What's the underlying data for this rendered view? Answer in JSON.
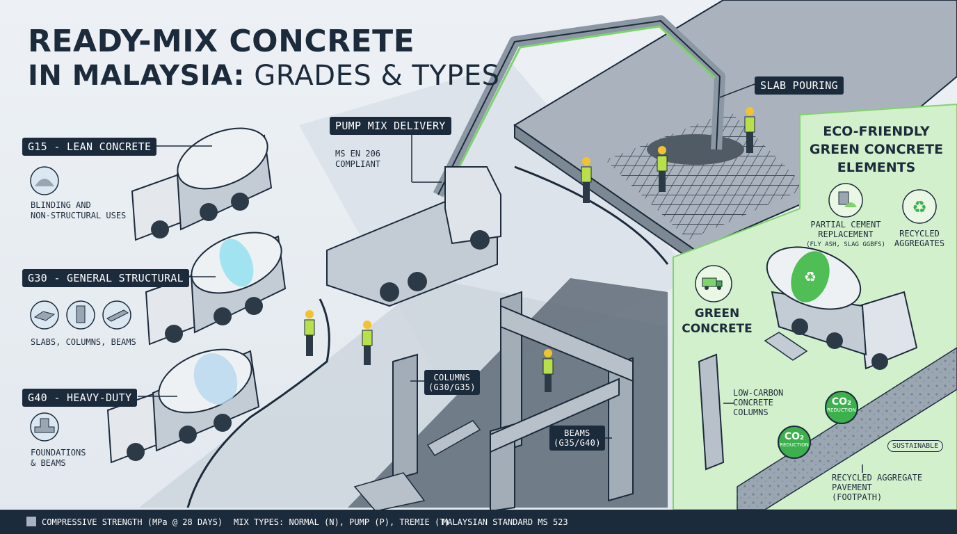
{
  "title": {
    "line1": "READY-MIX CONCRETE",
    "line2_bold": "IN MALAYSIA:",
    "line2_light": " GRADES & TYPES"
  },
  "grades": [
    {
      "label": "G15 - LEAN CONCRETE",
      "desc": "BLINDING AND\nNON-STRUCTURAL USES",
      "icon": "sand-pile-icon"
    },
    {
      "label": "G30 - GENERAL STRUCTURAL",
      "desc": "SLABS, COLUMNS, BEAMS",
      "icon": "slab-column-beam-icons"
    },
    {
      "label": "G40 - HEAVY-DUTY",
      "desc": "FOUNDATIONS\n& BEAMS",
      "icon": "foundation-icon"
    }
  ],
  "pump": {
    "label": "PUMP MIX DELIVERY",
    "note": "MS EN 206\nCOMPLIANT"
  },
  "slab": {
    "label": "SLAB POURING"
  },
  "columns": {
    "label": "COLUMNS\n(G30/G35)"
  },
  "beams": {
    "label": "BEAMS\n(G35/G40)"
  },
  "eco": {
    "title": "ECO-FRIENDLY\nGREEN CONCRETE\nELEMENTS",
    "partial": "PARTIAL CEMENT\nREPLACEMENT",
    "partial_sub": "(FLY ASH, SLAG GGBFS)",
    "recycled": "RECYCLED\nAGGREGATES",
    "green": "GREEN\nCONCRETE",
    "low_carbon": "LOW-CARBON\nCONCRETE\nCOLUMNS",
    "co2_big": "CO₂",
    "co2_small": "REDUCTION",
    "sustainable": "SUSTAINABLE",
    "pavement": "RECYCLED AGGREGATE\nPAVEMENT\n(FOOTPATH)"
  },
  "footer": {
    "item1": "COMPRESSIVE STRENGTH (MPa @ 28 DAYS)",
    "item2": "MIX TYPES: NORMAL (N), PUMP (P), TREMIE (T)",
    "item3": "MALAYSIAN STANDARD MS 523"
  },
  "colors": {
    "navy": "#1c2b3c",
    "green": "#7ed36a",
    "eco_bg": "#d3f0cc",
    "concrete": "#9aa6b2",
    "truck": "#d5dbe2"
  }
}
